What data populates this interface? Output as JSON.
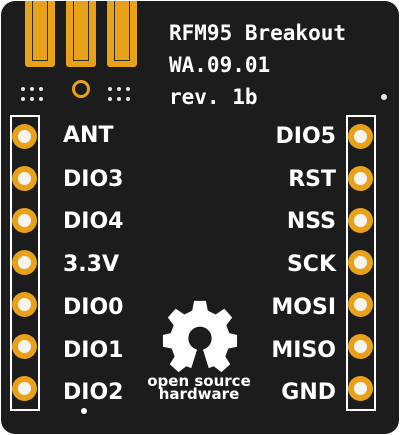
{
  "board": {
    "title_line1": "RFM95 Breakout",
    "title_line2": "WA.09.01",
    "title_line3": "rev. 1b",
    "pad_color": "#e8a21a",
    "board_color": "#1c1c1c"
  },
  "left_pins": [
    "ANT",
    "DIO3",
    "DIO4",
    "3.3V",
    "DIO0",
    "DIO1",
    "DIO2"
  ],
  "right_pins": [
    "DIO5",
    "RST",
    "NSS",
    "SCK",
    "MOSI",
    "MISO",
    "GND"
  ],
  "logo": {
    "icon": "open-source-hardware-gear-icon",
    "line1": "open source",
    "line2": "hardware"
  }
}
